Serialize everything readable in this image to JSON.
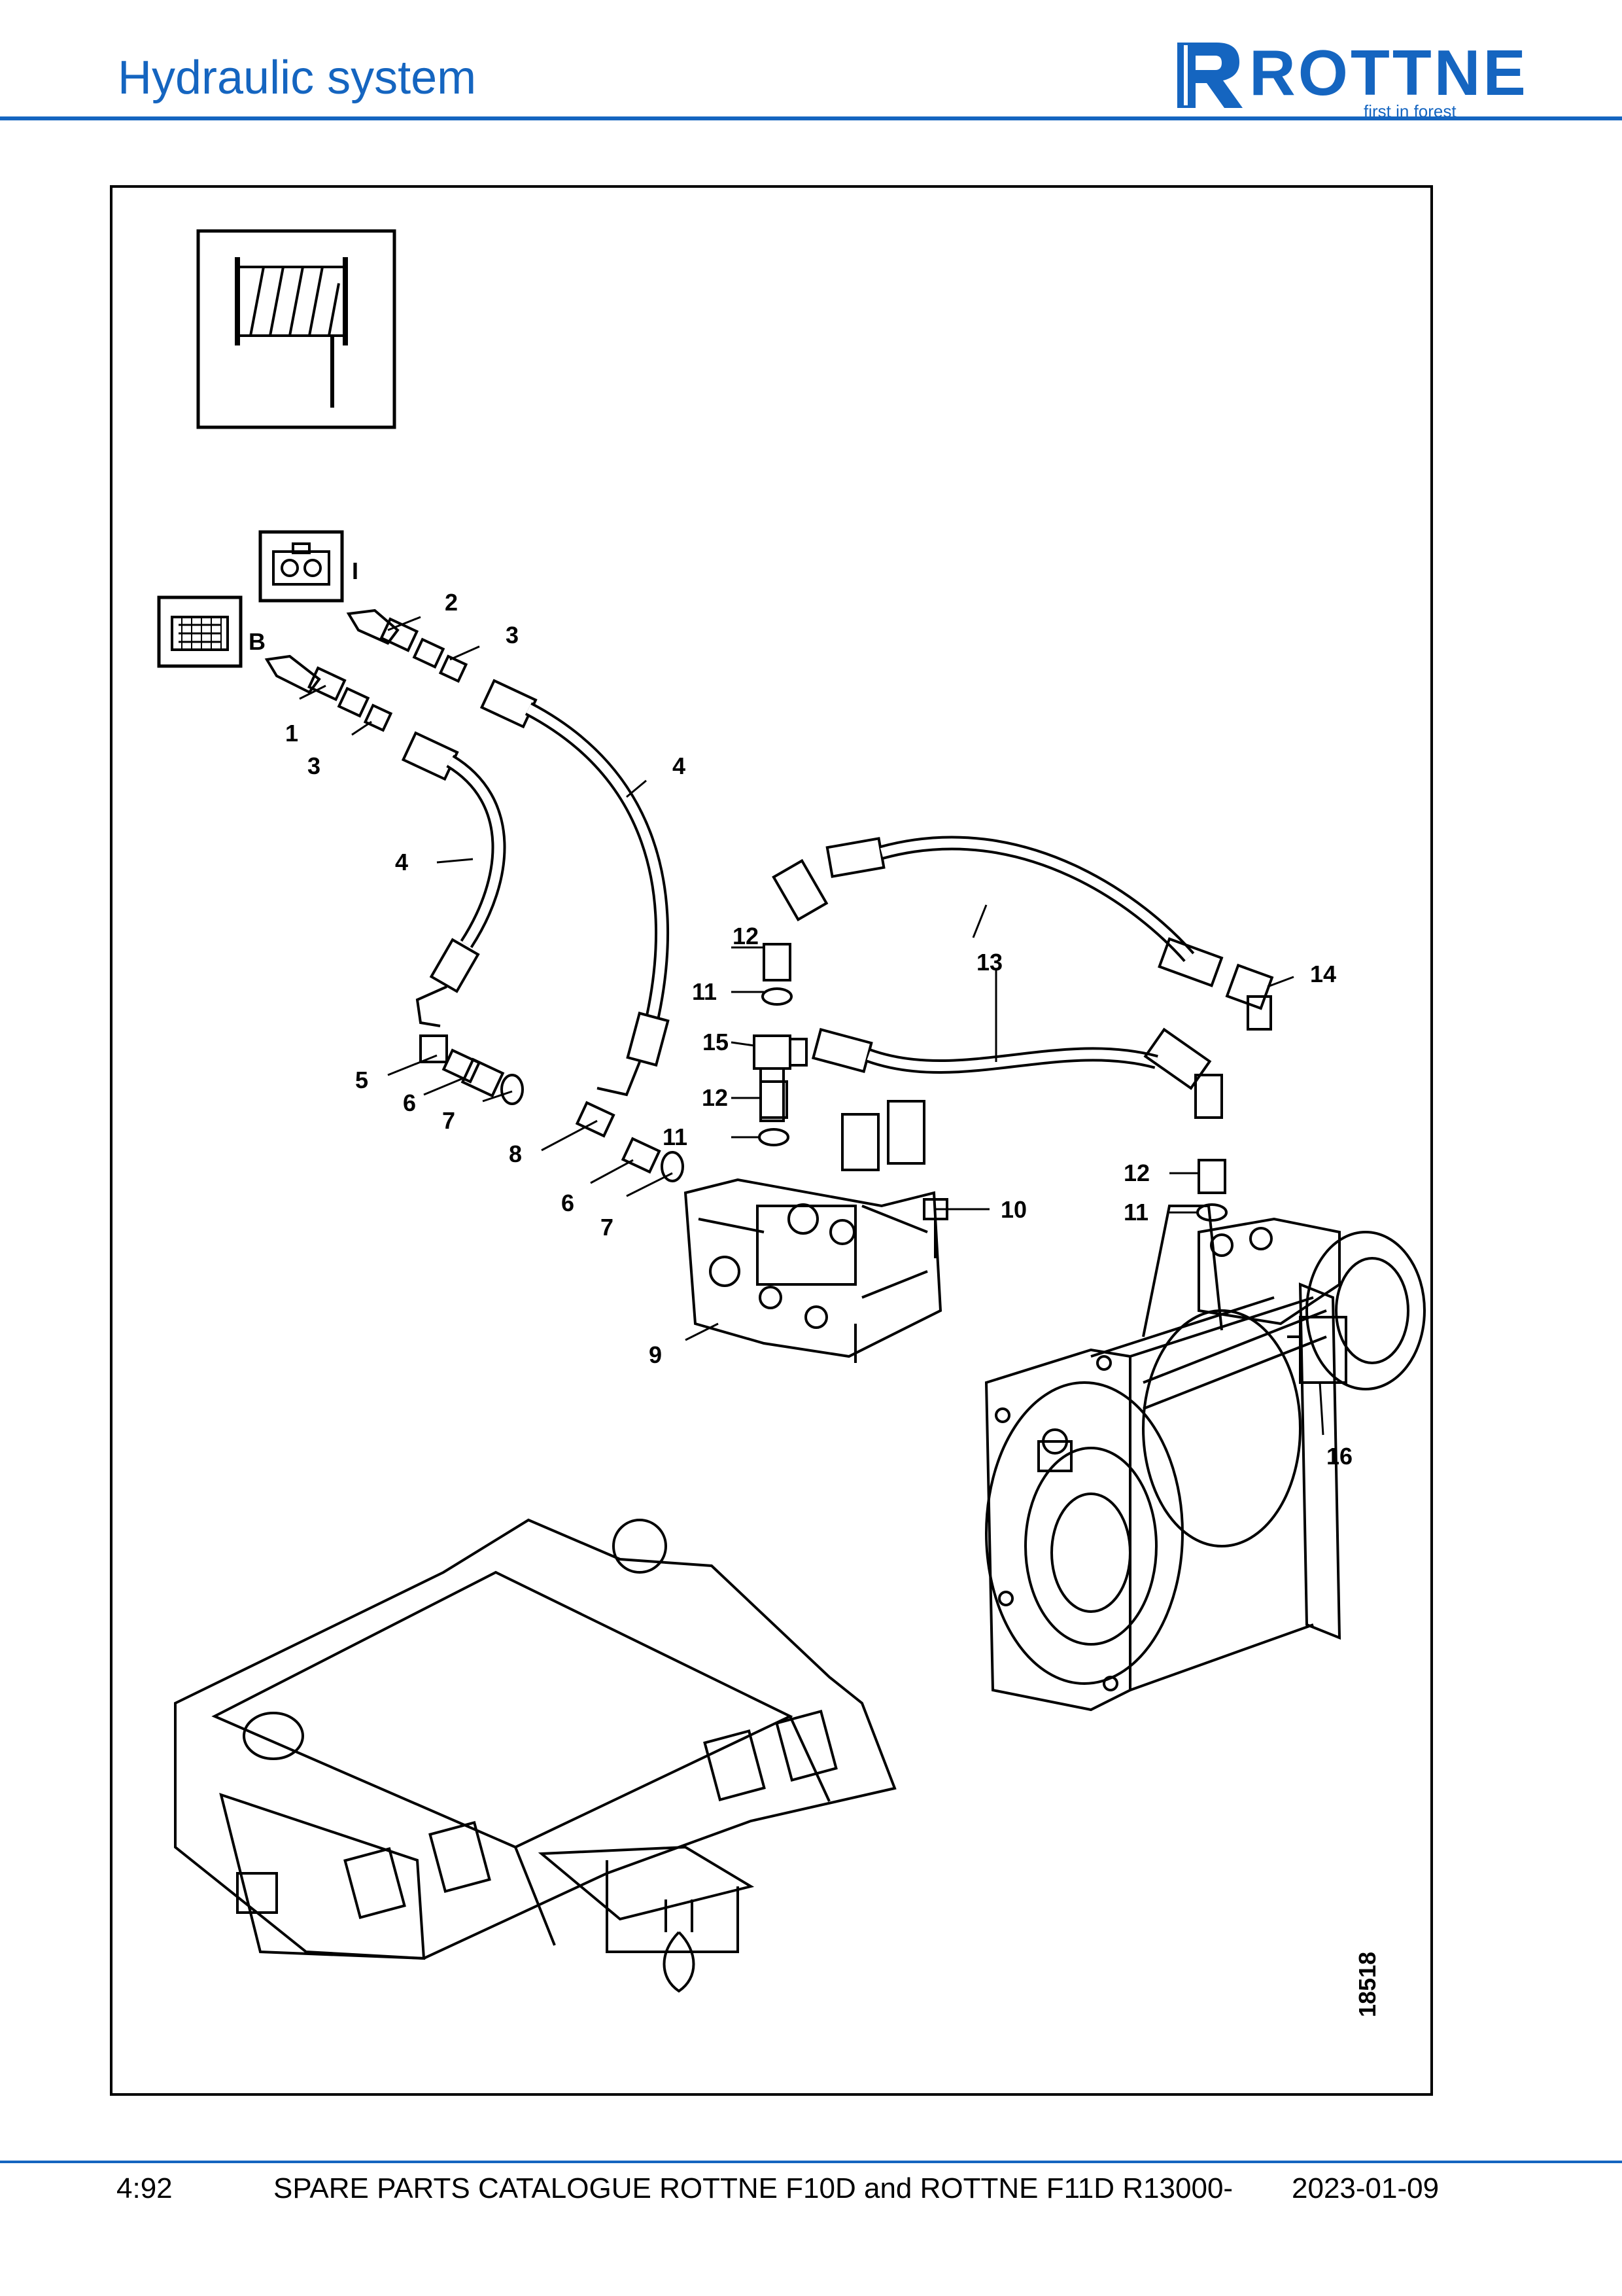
{
  "header": {
    "title": "Hydraulic system"
  },
  "logo": {
    "word": "ROTTNE",
    "tagline": "first in forest"
  },
  "figure": {
    "drawing_number": "18518",
    "connector_labels": [
      "I",
      "B"
    ],
    "callouts": [
      "1",
      "2",
      "3",
      "3",
      "4",
      "4",
      "5",
      "6",
      "6",
      "7",
      "7",
      "8",
      "9",
      "10",
      "11",
      "11",
      "11",
      "12",
      "12",
      "12",
      "13",
      "14",
      "15",
      "16"
    ]
  },
  "footer": {
    "page": "4:92",
    "catalogue": "SPARE PARTS CATALOGUE ROTTNE F10D and ROTTNE F11D R13000-",
    "date": "2023-01-09"
  },
  "colors": {
    "brand": "#1565c0"
  }
}
